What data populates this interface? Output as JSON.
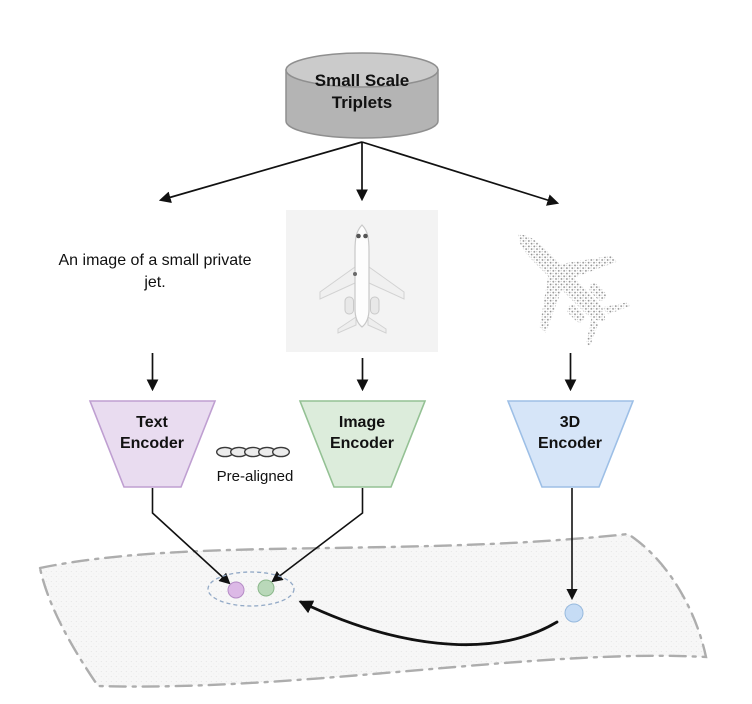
{
  "figure": {
    "title_node": {
      "label": "Small Scale Triplets",
      "body_fill": "#b4b4b4",
      "top_fill": "#cbcbcb"
    },
    "text_sample": "An image of a small private jet.",
    "encoders": [
      {
        "label": "Text Encoder",
        "fill": "#e9dcf0",
        "stroke": "#bf9fd1"
      },
      {
        "label": "Image Encoder",
        "fill": "#dcecdb",
        "stroke": "#94c194"
      },
      {
        "label": "3D Encoder",
        "fill": "#d6e5f8",
        "stroke": "#9dbfe6"
      }
    ],
    "prealigned_label": "Pre-aligned",
    "icons": {
      "prealigned": "chain-icon"
    },
    "embedding": {
      "text_dot_fill": "#dcb9e6",
      "image_dot_fill": "#b9d8b9",
      "threed_dot_fill": "#c6dcf5"
    }
  }
}
